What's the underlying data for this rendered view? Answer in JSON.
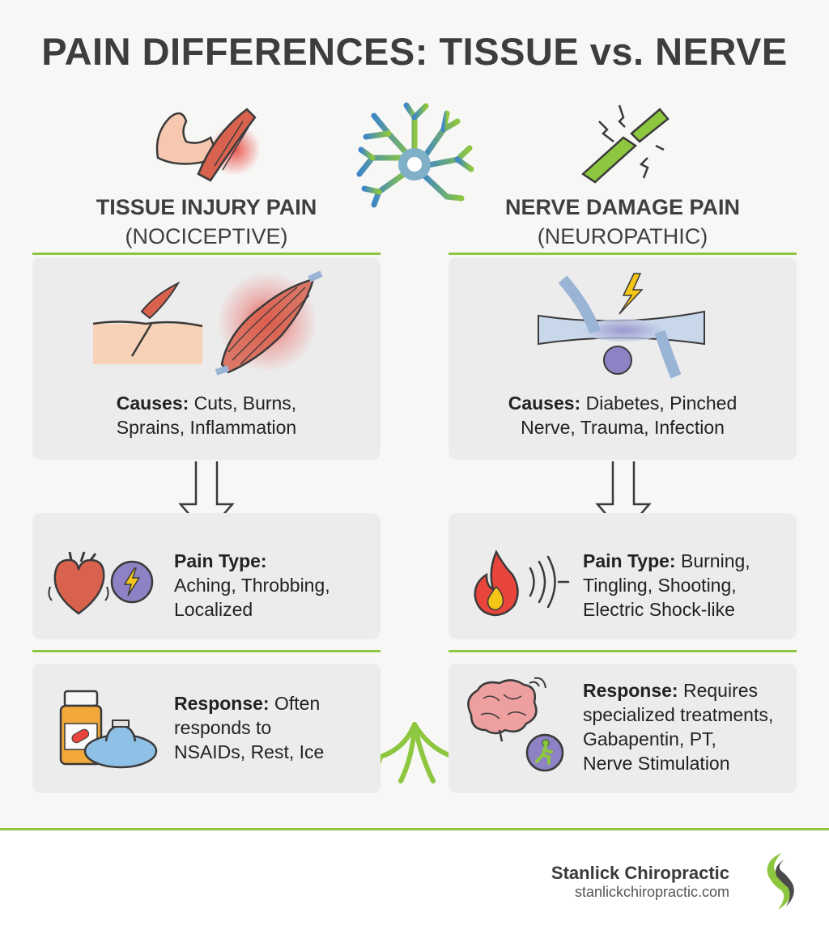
{
  "title": "PAIN DIFFERENCES: TISSUE vs. NERVE",
  "left": {
    "heading": "TISSUE INJURY PAIN",
    "subheading": "(NOCICEPTIVE)",
    "causes_label": "Causes:",
    "causes_text_1": " Cuts, Burns,",
    "causes_text_2": "Sprains, Inflammation",
    "pain_type_label": "Pain Type:",
    "pain_type_text_1": "Aching, Throbbing,",
    "pain_type_text_2": "Localized",
    "response_label": "Response:",
    "response_text_1": " Often",
    "response_text_2": "responds to",
    "response_text_3": "NSAIDs, Rest, Ice"
  },
  "right": {
    "heading": "NERVE DAMAGE PAIN",
    "subheading": "(NEUROPATHIC)",
    "causes_label": "Causes:",
    "causes_text_1": " Diabetes, Pinched",
    "causes_text_2": "Nerve, Trauma, Infection",
    "pain_type_label": "Pain Type:",
    "pain_type_text_1": " Burning,",
    "pain_type_text_2": "Tingling, Shooting,",
    "pain_type_text_3": "Electric Shock-like",
    "response_label": "Response:",
    "response_text_1": " Requires",
    "response_text_2": "specialized treatments,",
    "response_text_3": "Gabapentin, PT,",
    "response_text_4": "Nerve Stimulation"
  },
  "footer": {
    "brand_name": "Stanlick Chiropractic",
    "brand_url": "stanlickchiropractic.com"
  },
  "colors": {
    "accent_green": "#8dc63f",
    "pain_red": "#e8453c",
    "nerve_blue": "#6a9fcf",
    "nerve_purple": "#8f82c4",
    "panel_gray": "#ececec"
  },
  "icons": [
    "flexed-arm-muscle-icon",
    "nerve-fiber-icon",
    "neuron-icon",
    "skin-cut-icon",
    "inflamed-muscle-icon",
    "pinched-nerve-icon",
    "arrow-down-icon",
    "heart-icon",
    "lightning-icon",
    "flame-icon",
    "vibration-icon",
    "pill-bottle-icon",
    "ice-pack-icon",
    "brain-icon",
    "physical-therapy-icon",
    "logo-icon"
  ]
}
